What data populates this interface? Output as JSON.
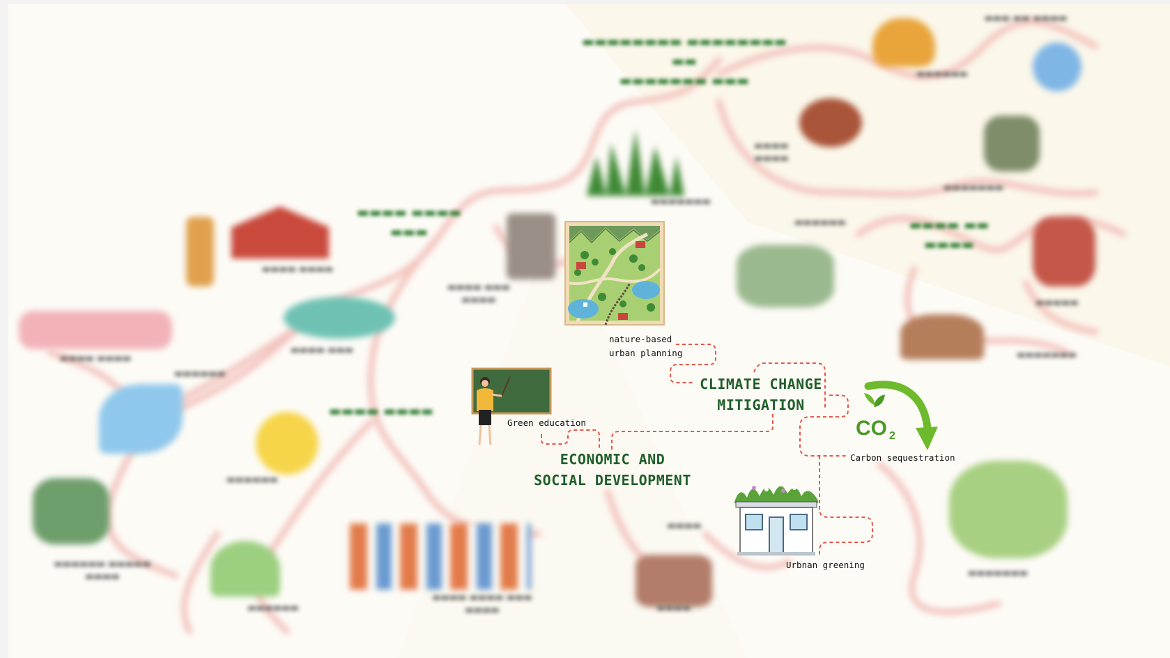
{
  "sharp": {
    "nature_based_planning": [
      "nature-based",
      "urban planning"
    ],
    "green_education": "Green education",
    "economic_social": [
      "ECONOMIC AND",
      "SOCIAL DEVELOPMENT"
    ],
    "climate_change": [
      "CLIMATE CHANGE",
      "MITIGATION"
    ],
    "carbon_sequestration": "Carbon sequestration",
    "co2_text": "CO",
    "co2_sub": "2",
    "urban_greening": "Urbnan greening"
  },
  "colors": {
    "title_green": "#1f5f2a",
    "connector_red": "#e8564a",
    "faded_connector": "#f4c9c4",
    "arrow_green": "#6dbb2c"
  },
  "icons": [
    "map-illustration",
    "teacher-icon",
    "co2-arrow-icon",
    "green-roof-house-icon",
    "forest-icon",
    "lion-icon",
    "squirrel-icon",
    "barn-icon",
    "pond-icon",
    "sun-icon",
    "river-icon",
    "people-group-icon",
    "well-icon"
  ]
}
